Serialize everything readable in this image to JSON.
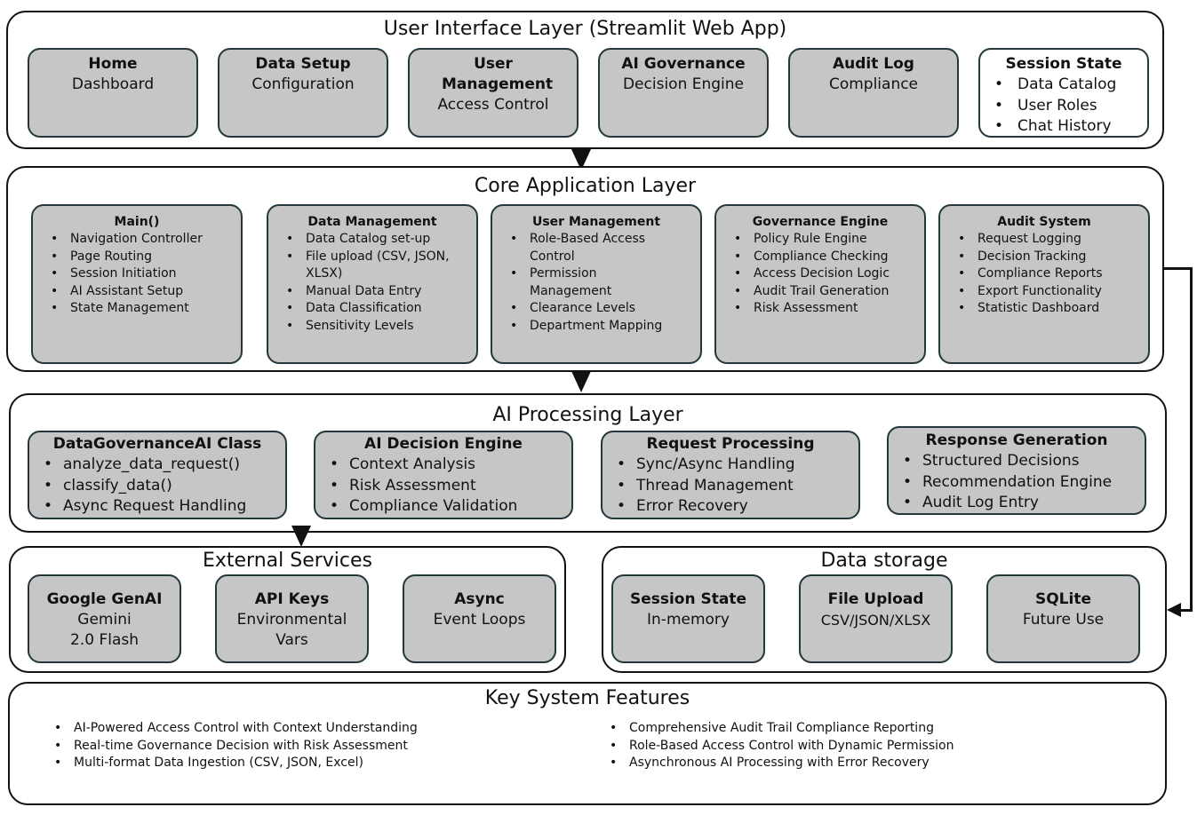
{
  "ui_layer": {
    "title": "User Interface Layer (Streamlit Web App)",
    "boxes": [
      {
        "title": "Home",
        "sub": "Dashboard"
      },
      {
        "title": "Data Setup",
        "sub": "Configuration"
      },
      {
        "title": "User Management",
        "sub": "Access Control"
      },
      {
        "title": "AI Governance",
        "sub": "Decision Engine"
      },
      {
        "title": "Audit Log",
        "sub": "Compliance"
      }
    ],
    "session": {
      "title": "Session State",
      "items": [
        "Data Catalog",
        "User Roles",
        "Chat History"
      ]
    }
  },
  "core_layer": {
    "title": "Core Application Layer",
    "boxes": [
      {
        "title": "Main()",
        "items": [
          "Navigation Controller",
          "Page Routing",
          "Session Initiation",
          "AI Assistant Setup",
          "State Management"
        ]
      },
      {
        "title": "Data Management",
        "items": [
          "Data Catalog set-up",
          "File upload (CSV, JSON, XLSX)",
          "Manual Data Entry",
          "Data Classification",
          "Sensitivity Levels"
        ]
      },
      {
        "title": "User Management",
        "items": [
          "Role-Based Access Control",
          "Permission Management",
          "Clearance Levels",
          "Department Mapping"
        ]
      },
      {
        "title": "Governance Engine",
        "items": [
          "Policy Rule Engine",
          "Compliance Checking",
          "Access Decision Logic",
          "Audit Trail Generation",
          "Risk Assessment"
        ]
      },
      {
        "title": "Audit System",
        "items": [
          "Request Logging",
          "Decision Tracking",
          "Compliance Reports",
          "Export Functionality",
          "Statistic Dashboard"
        ]
      }
    ]
  },
  "ai_layer": {
    "title": "AI Processing Layer",
    "boxes": [
      {
        "title": "DataGovernanceAI Class",
        "items": [
          "analyze_data_request()",
          "classify_data()",
          "Async Request Handling"
        ]
      },
      {
        "title": "AI Decision Engine",
        "items": [
          "Context Analysis",
          "Risk Assessment",
          "Compliance Validation"
        ]
      },
      {
        "title": "Request Processing",
        "items": [
          "Sync/Async Handling",
          "Thread Management",
          "Error Recovery"
        ]
      },
      {
        "title": "Response Generation",
        "items": [
          "Structured Decisions",
          "Recommendation Engine",
          "Audit Log Entry"
        ]
      }
    ]
  },
  "external": {
    "title": "External Services",
    "boxes": [
      {
        "title": "Google GenAI",
        "sub": "Gemini 2.0 Flash"
      },
      {
        "title": "API Keys",
        "sub": "Environmental Vars"
      },
      {
        "title": "Async",
        "sub": "Event Loops"
      }
    ]
  },
  "storage": {
    "title": "Data storage",
    "boxes": [
      {
        "title": "Session State",
        "sub": "In-memory"
      },
      {
        "title": "File Upload",
        "sub": "CSV/JSON/XLSX"
      },
      {
        "title": "SQLite",
        "sub": "Future Use"
      }
    ]
  },
  "features": {
    "title": "Key System Features",
    "left": [
      "AI-Powered Access Control with Context Understanding",
      "Real-time Governance Decision with Risk Assessment",
      "Multi-format Data Ingestion (CSV, JSON, Excel)"
    ],
    "right": [
      "Comprehensive Audit Trail Compliance Reporting",
      "Role-Based Access Control with Dynamic Permission",
      "Asynchronous AI Processing with Error Recovery"
    ]
  }
}
